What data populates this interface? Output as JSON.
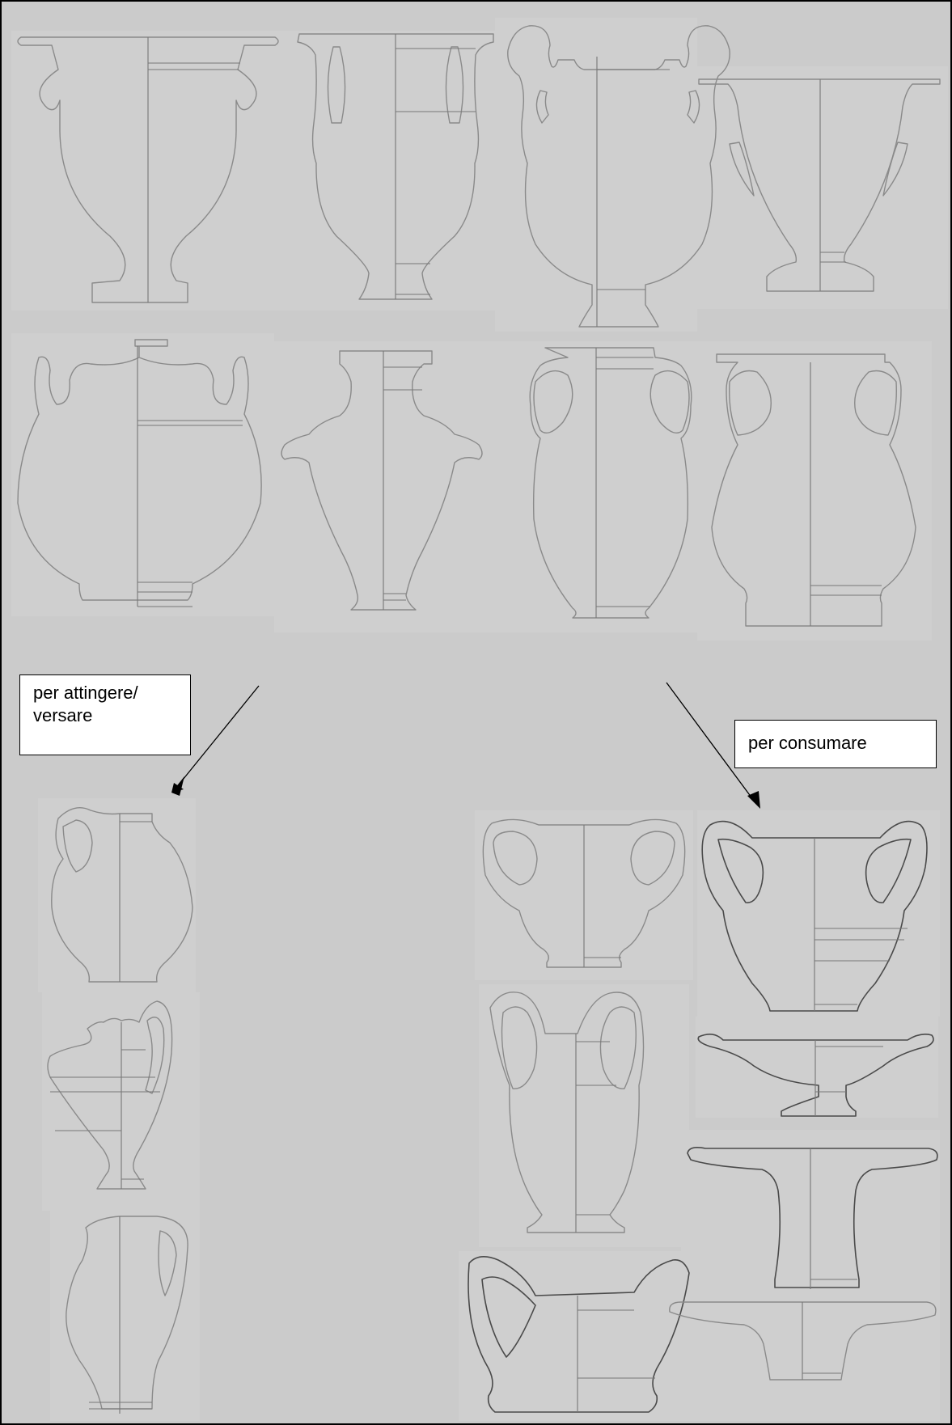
{
  "colors": {
    "background": "#cbcbcb",
    "outline": "#8a8a8a",
    "outline_dark": "#4a4a4a",
    "label_box": "#ffffff",
    "arrow": "#000000"
  },
  "labels": {
    "pour": [
      "per attingere/",
      "versare"
    ],
    "consume": "per consumare"
  }
}
